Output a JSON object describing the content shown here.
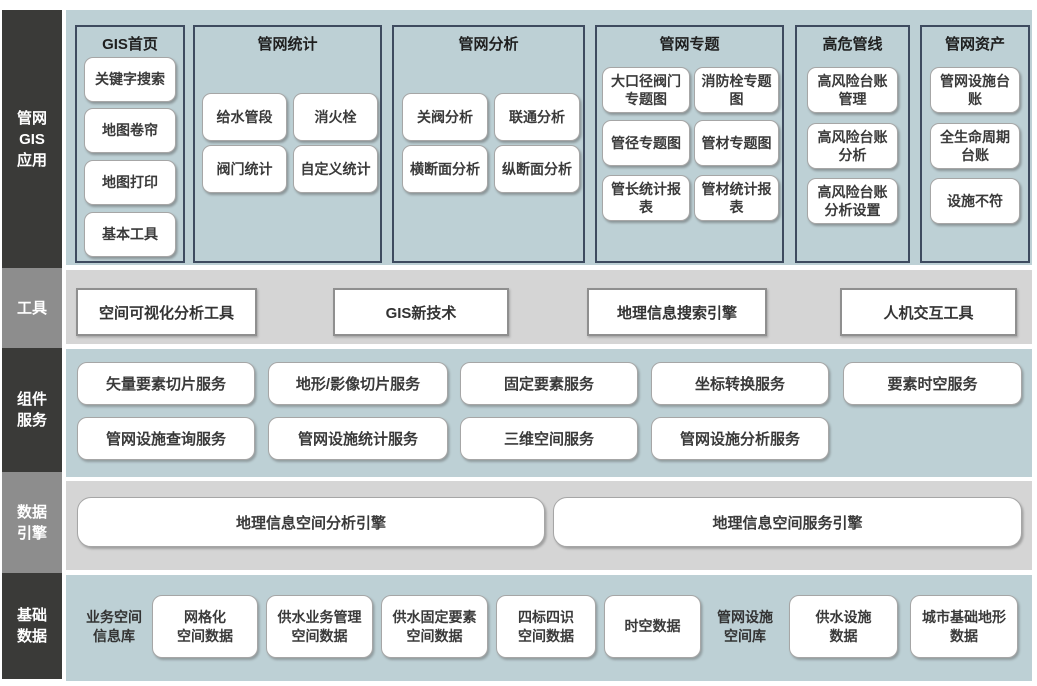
{
  "colors": {
    "band_blue": "#bdd0d5",
    "band_gray": "#d5d5d5",
    "sidebar_dark": "#3a3a38",
    "sidebar_mid": "#8d8d8d",
    "module_border": "#3e4b5f",
    "item_border": "#a6a6a6"
  },
  "sidebar": {
    "sections": [
      {
        "label": "管网\nGIS\n应用"
      },
      {
        "label": "工具"
      },
      {
        "label": "组件\n服务"
      },
      {
        "label": "数据\n引擎"
      },
      {
        "label": "基础\n数据"
      }
    ]
  },
  "gis_layer": {
    "boxes": [
      {
        "title": "GIS首页",
        "items": [
          "关键字搜索",
          "地图卷帘",
          "地图打印",
          "基本工具"
        ]
      },
      {
        "title": "管网统计",
        "items": [
          "给水管段",
          "消火栓",
          "阀门统计",
          "自定义统计"
        ]
      },
      {
        "title": "管网分析",
        "items": [
          "关阀分析",
          "联通分析",
          "横断面分析",
          "纵断面分析"
        ]
      },
      {
        "title": "管网专题",
        "items": [
          "大口径阀门\n专题图",
          "消防栓专题\n图",
          "管径专题图",
          "管材专题图",
          "管长统计报\n表",
          "管材统计报\n表"
        ]
      },
      {
        "title": "高危管线",
        "items": [
          "高风险台账\n管理",
          "高风险台账\n分析",
          "高风险台账\n分析设置"
        ]
      },
      {
        "title": "管网资产",
        "items": [
          "管网设施台\n账",
          "全生命周期\n台账",
          "设施不符"
        ]
      }
    ]
  },
  "tools_layer": {
    "items": [
      "空间可视化分析工具",
      "GIS新技术",
      "地理信息搜索引擎",
      "人机交互工具"
    ]
  },
  "services_layer": {
    "row1": [
      "矢量要素切片服务",
      "地形/影像切片服务",
      "固定要素服务",
      "坐标转换服务",
      "要素时空服务"
    ],
    "row2": [
      "管网设施查询服务",
      "管网设施统计服务",
      "三维空间服务",
      "管网设施分析服务"
    ]
  },
  "engine_layer": {
    "items": [
      "地理信息空间分析引擎",
      "地理信息空间服务引擎"
    ]
  },
  "base_layer": {
    "db1_label": "业务空间\n信息库",
    "db1_items": [
      "网格化\n空间数据",
      "供水业务管理\n空间数据",
      "供水固定要素\n空间数据",
      "四标四识\n空间数据",
      "时空数据"
    ],
    "db2_label": "管网设施\n空间库",
    "db2_items": [
      "供水设施\n数据",
      "城市基础地形\n数据"
    ]
  }
}
